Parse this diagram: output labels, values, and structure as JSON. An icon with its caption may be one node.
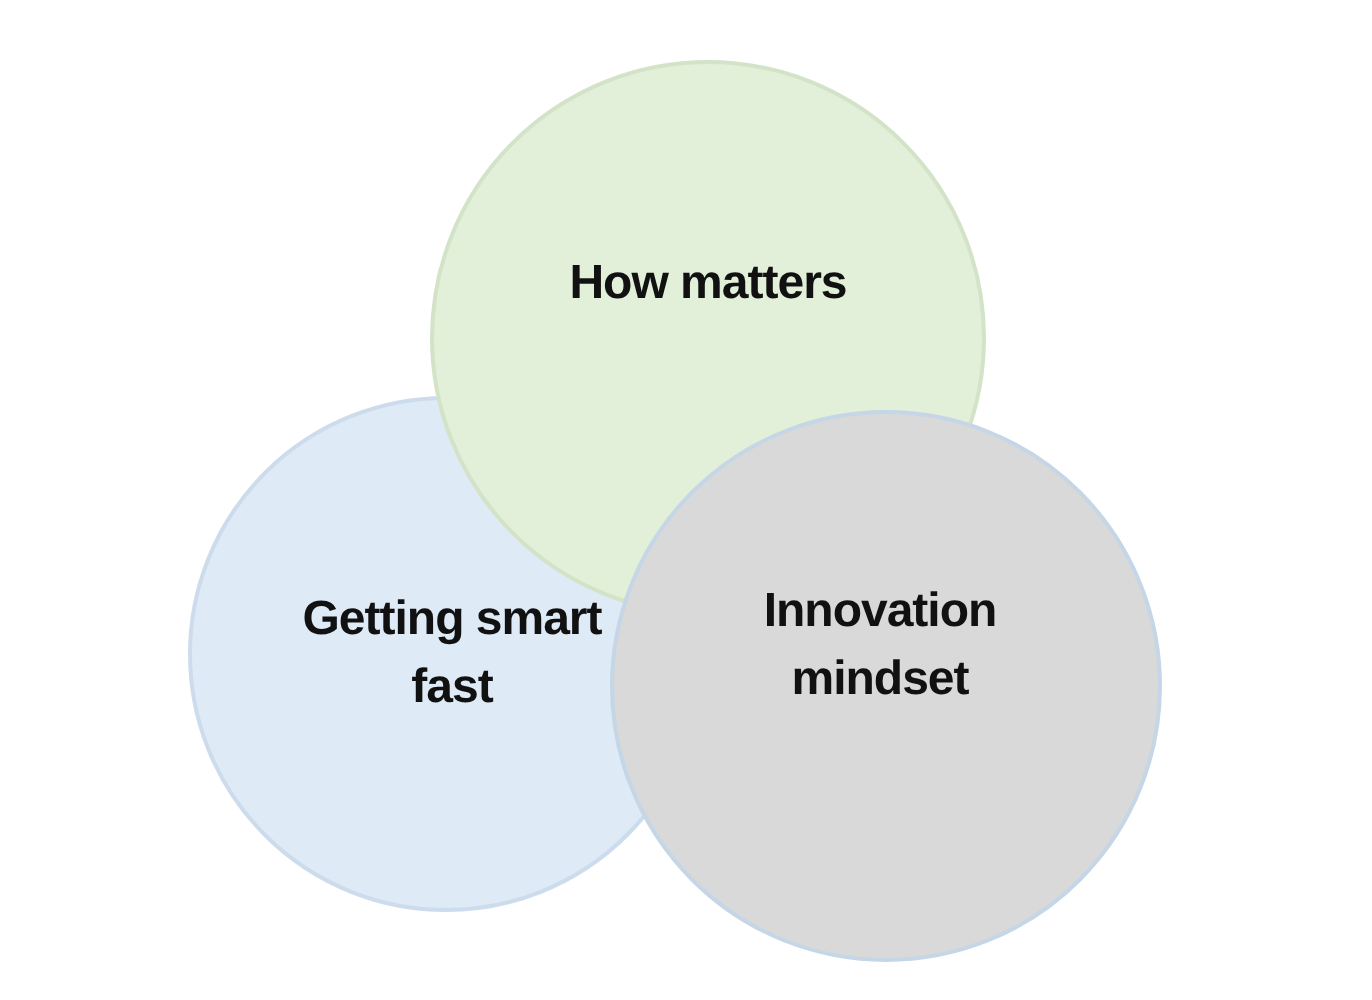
{
  "diagram": {
    "nodes": [
      {
        "text": [
          "How matters"
        ]
      },
      {
        "text": [
          "Getting smart fast"
        ]
      },
      {
        "text": [
          "Innovation mindset"
        ]
      }
    ]
  }
}
